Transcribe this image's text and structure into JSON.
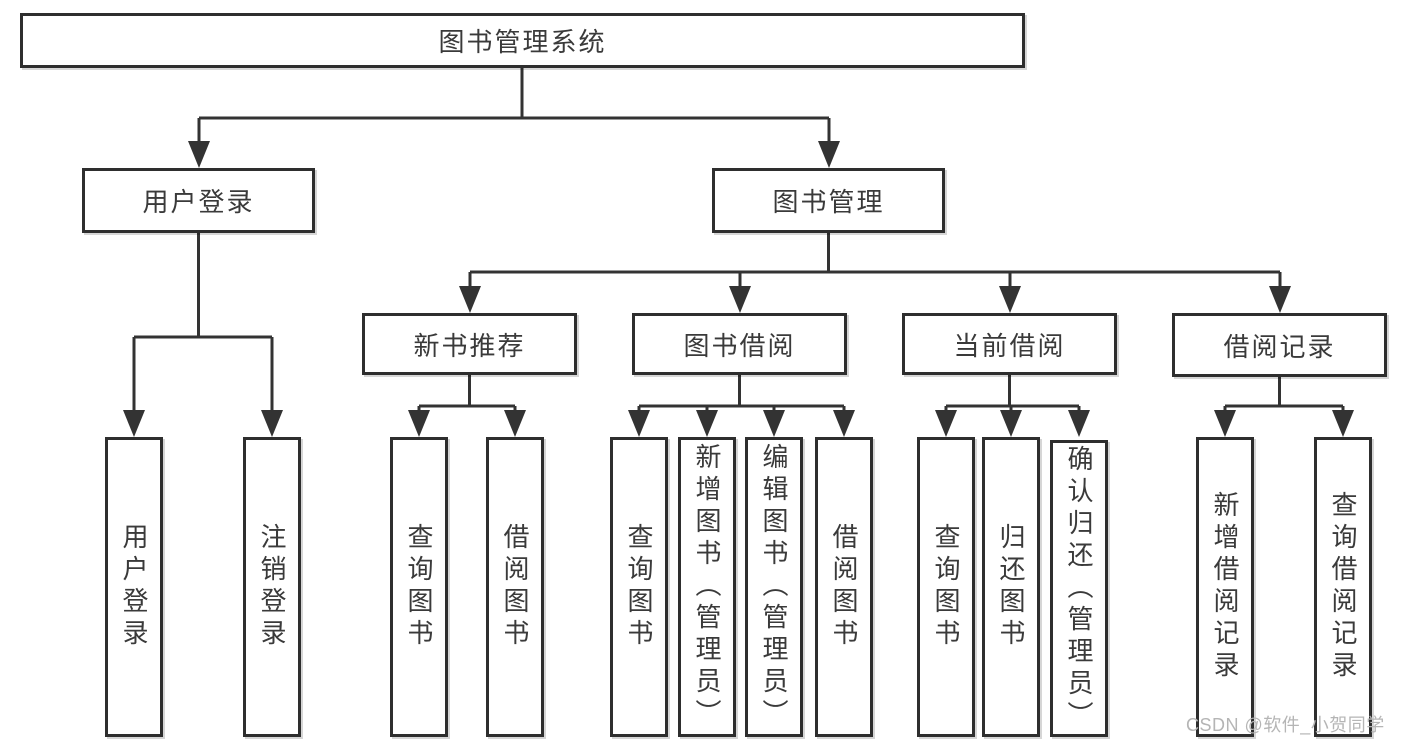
{
  "tree": {
    "label": "图书管理系统",
    "children": [
      {
        "label": "用户登录",
        "children": [
          {
            "label": "用户登录"
          },
          {
            "label": "注销登录"
          }
        ]
      },
      {
        "label": "图书管理",
        "children": [
          {
            "label": "新书推荐",
            "children": [
              {
                "label": "查询图书"
              },
              {
                "label": "借阅图书"
              }
            ]
          },
          {
            "label": "图书借阅",
            "children": [
              {
                "label": "查询图书"
              },
              {
                "label": "新增图书（管理员）"
              },
              {
                "label": "编辑图书（管理员）"
              },
              {
                "label": "借阅图书"
              }
            ]
          },
          {
            "label": "当前借阅",
            "children": [
              {
                "label": "查询图书"
              },
              {
                "label": "归还图书"
              },
              {
                "label": "确认归还（管理员）"
              }
            ]
          },
          {
            "label": "借阅记录",
            "children": [
              {
                "label": "新增借阅记录"
              },
              {
                "label": "查询借阅记录"
              }
            ]
          }
        ]
      }
    ]
  },
  "watermark": {
    "text": "CSDN @软件_小贺同学",
    "color": "#b5b5b5"
  },
  "colors": {
    "line": "#333333",
    "text": "#3a3a3a",
    "box_background": "#ffffff",
    "page_background": "#ffffff"
  }
}
